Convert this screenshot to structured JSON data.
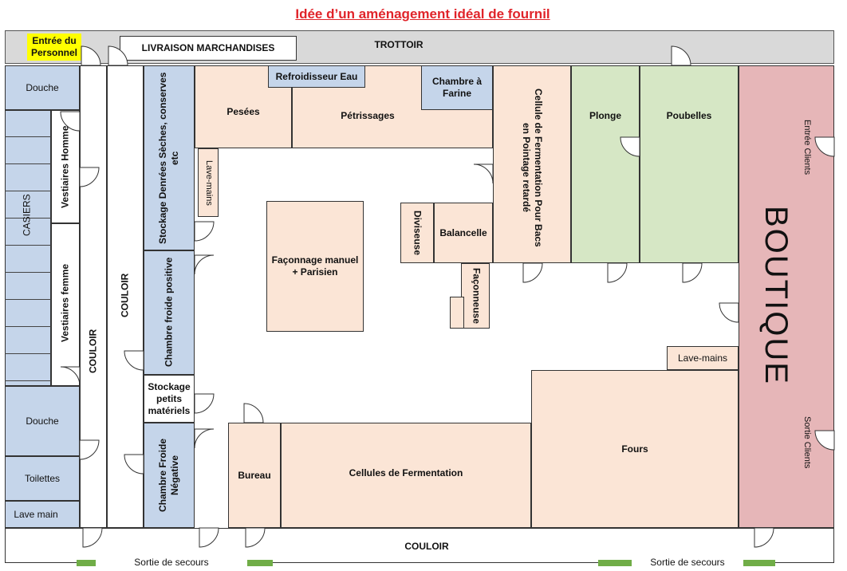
{
  "title": "Idée d’un aménagement idéal de fournil",
  "colors": {
    "title": "#e0242a",
    "peach": "#fbe5d6",
    "blue": "#c5d5ea",
    "green": "#d6e7c5",
    "pink": "#e6b6b8",
    "sidewalk": "#d9d9d9",
    "highlight": "#ffff00",
    "exit": "#70ad47"
  },
  "top": {
    "staff_entrance": "Entrée du Personnel",
    "deliveries": "LIVRAISON MARCHANDISES",
    "sidewalk": "TROTTOIR"
  },
  "left": {
    "shower_top": "Douche",
    "lockers": "CASIERS",
    "men_lockers": "Vestiaires Homme",
    "women_lockers": "Vestiaires femme",
    "shower_bottom": "Douche",
    "toilets": "Toilettes",
    "hand_wash": "Lave main",
    "corridor_1": "COULOIR",
    "corridor_2": "COULOIR"
  },
  "storage": {
    "dry_goods": "Stockage Denrées Sèches, conserves etc",
    "cold_positive": "Chambre froide positive",
    "small_equipment": "Stockage petits matériels",
    "cold_negative": "Chambre Froide Négative"
  },
  "prep": {
    "weighing": "Pesées",
    "water_cooler": "Refroidisseur Eau",
    "kneading": "Pétrissages",
    "flour_room": "Chambre à Farine",
    "fermentation_cell": "Cellule de Fermentation Pour Bacs en Pointage retardé",
    "hand_wash": "Lave-mains",
    "shaping": "Façonnage manuel + Parisien",
    "divider": "Diviseuse",
    "balancelle": "Balancelle",
    "moulder": "Façonneuse"
  },
  "utility": {
    "dishwashing": "Plonge",
    "bins": "Poubelles"
  },
  "shop": {
    "label": "BOUTIQUE",
    "customer_entrance": "Entrée Clients",
    "customer_exit": "Sortie Clients",
    "hand_wash": "Lave-mains"
  },
  "bottom": {
    "office": "Bureau",
    "fermentation_cells": "Cellules de Fermentation",
    "ovens": "Fours",
    "corridor": "COULOIR",
    "emergency_exit_1": "Sortie de secours",
    "emergency_exit_2": "Sortie de secours"
  }
}
